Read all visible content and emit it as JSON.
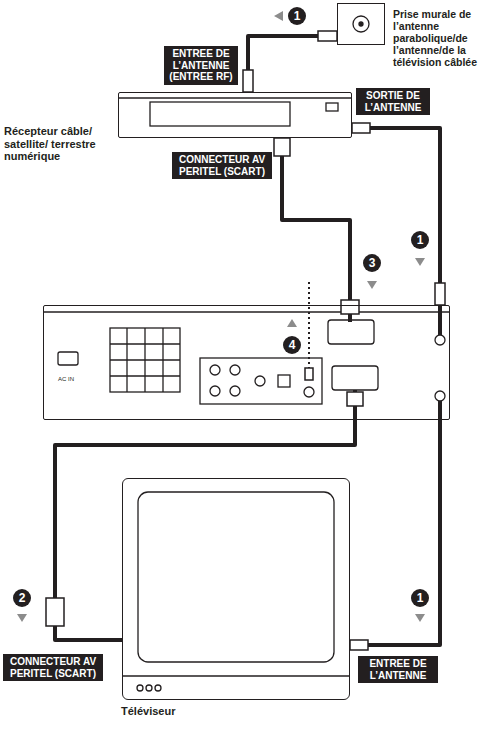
{
  "diagram": {
    "nodes": [
      {
        "text": [
          "Prise murale de l’antenne parabolique/de l’antenne/de la télévision câblée"
        ]
      },
      {
        "text": [
          "Récepteur câble/ satellite/ terrestre numérique"
        ]
      },
      {
        "text": [
          "AC IN"
        ]
      },
      {
        "text": [
          "Téléviseur"
        ]
      }
    ],
    "edges": [
      {
        "from": 0,
        "to": 1,
        "arrow": "none"
      },
      {
        "from": 1,
        "to": 2,
        "arrow": "none"
      },
      {
        "from": 1,
        "to": 2,
        "arrow": "none"
      },
      {
        "from": 2,
        "to": 3,
        "arrow": "none"
      },
      {
        "from": 2,
        "to": 3,
        "arrow": "none"
      }
    ],
    "labels": [
      "1",
      "ENTREE DE L’ANTENNE (ENTREE RF)",
      "SORTIE DE L’ANTENNE",
      "CONNECTEUR AV PERITEL (SCART)",
      "1",
      "3",
      "4",
      "2",
      "1",
      "CONNECTEUR AV PERITEL (SCART)",
      "ENTREE DE L’ANTENNE"
    ]
  }
}
